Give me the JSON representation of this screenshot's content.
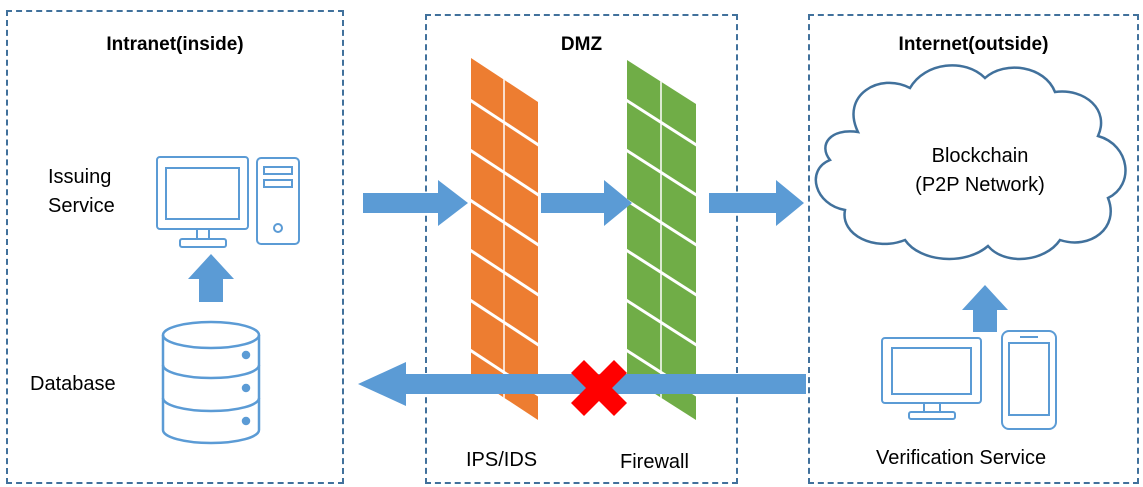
{
  "zones": {
    "intranet": {
      "title": "Intranet(inside)"
    },
    "dmz": {
      "title": "DMZ"
    },
    "internet": {
      "title": "Internet(outside)"
    }
  },
  "labels": {
    "issuing_service": "Issuing\nService",
    "database": "Database",
    "ips_ids": "IPS/IDS",
    "firewall": "Firewall",
    "blockchain_line1": "Blockchain",
    "blockchain_line2": "(P2P Network)",
    "verification_service": "Verification Service"
  },
  "colors": {
    "dashed_border": "#41719c",
    "arrow_fill": "#5b9bd5",
    "icon_stroke": "#5b9bd5",
    "ips_ids_wall": "#ed7d31",
    "firewall_wall": "#70ad47",
    "blocked_mark": "#ff0000"
  },
  "icons": {
    "issuing_service": "desktop-computer-icon",
    "database": "database-icon",
    "blockchain": "cloud-icon",
    "verification_service": "monitor-and-phone-icon",
    "blocked": "red-x-icon"
  }
}
